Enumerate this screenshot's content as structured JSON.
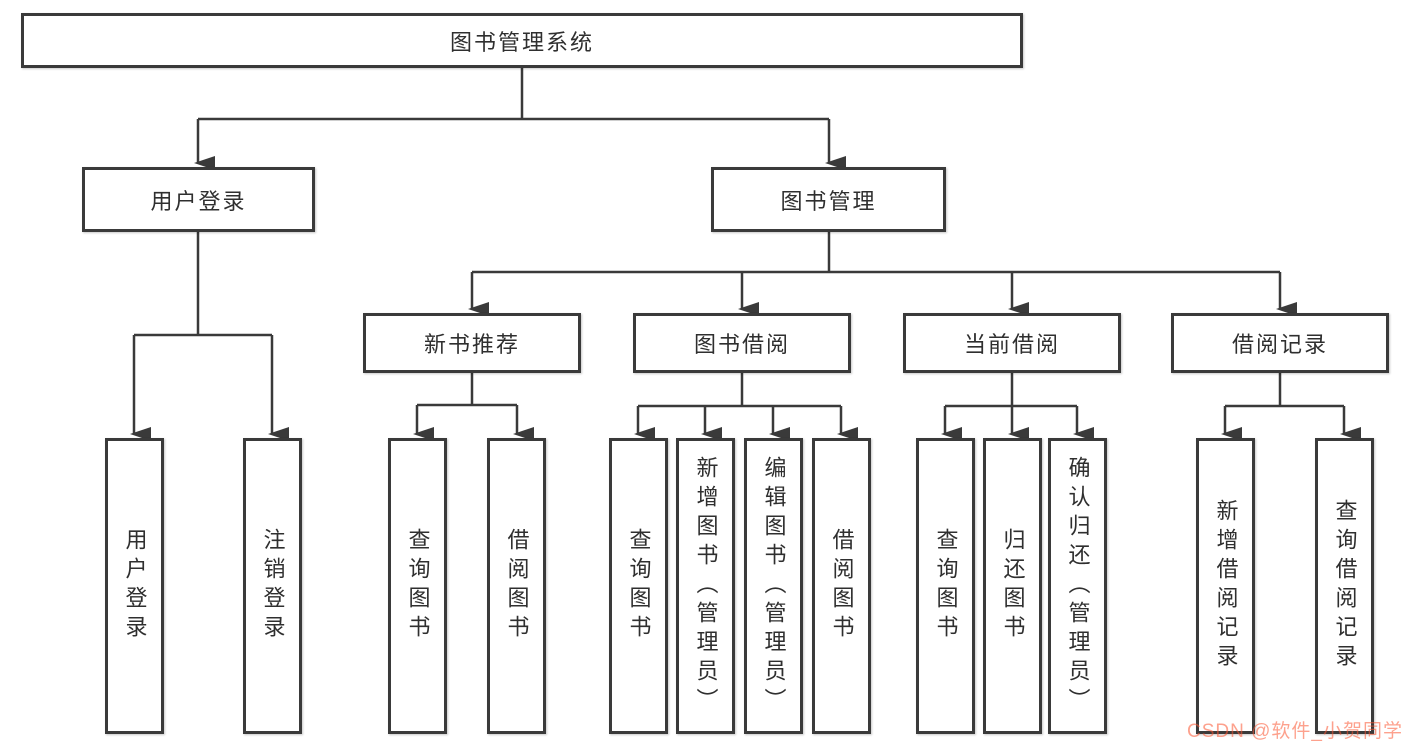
{
  "diagram": {
    "root": {
      "label": "图书管理系统"
    },
    "level2": {
      "user_login": {
        "label": "用户登录"
      },
      "book_management": {
        "label": "图书管理"
      }
    },
    "level3": {
      "new_book_recommendation": {
        "label": "新书推荐"
      },
      "book_borrowing": {
        "label": "图书借阅"
      },
      "current_borrowing": {
        "label": "当前借阅"
      },
      "borrowing_records": {
        "label": "借阅记录"
      }
    },
    "leaves": {
      "user_login": [
        {
          "label": "用户登录"
        },
        {
          "label": "注销登录"
        }
      ],
      "new_book_recommendation": [
        {
          "label": "查询图书"
        },
        {
          "label": "借阅图书"
        }
      ],
      "book_borrowing": [
        {
          "label": "查询图书"
        },
        {
          "label": "新增图书（管理员）"
        },
        {
          "label": "编辑图书（管理员）"
        },
        {
          "label": "借阅图书"
        }
      ],
      "current_borrowing": [
        {
          "label": "查询图书"
        },
        {
          "label": "归还图书"
        },
        {
          "label": "确认归还（管理员）"
        }
      ],
      "borrowing_records": [
        {
          "label": "新增借阅记录"
        },
        {
          "label": "查询借阅记录"
        }
      ]
    },
    "colors": {
      "line": "#3a3a3a",
      "box_border": "#3a3a3a",
      "box_fill": "#ffffff",
      "text": "#2f2f2f",
      "background": "#ffffff"
    }
  },
  "watermark": {
    "text": "CSDN @软件_小贺同学",
    "color": "#fc5531"
  }
}
